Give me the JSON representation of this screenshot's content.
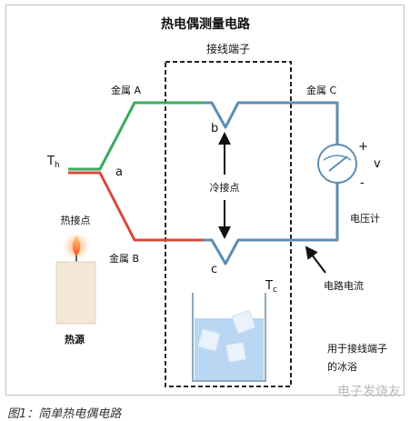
{
  "title": "热电偶测量电路",
  "terminal_box_label": "接线端子",
  "metal_a": "金属 A",
  "metal_b": "金属 B",
  "metal_c": "金属 C",
  "junction_a": "a",
  "junction_b": "b",
  "junction_c": "c",
  "th_main": "T",
  "th_sub": "h",
  "tc_main": "T",
  "tc_sub": "c",
  "hot_junction": "热接点",
  "heat_source": "热源",
  "cold_junction": "冷接点",
  "voltmeter_label": "电压计",
  "plus": "+",
  "minus": "-",
  "v": "v",
  "current_label": "电路电流",
  "ice_bath_line1": "用于接线端子",
  "ice_bath_line2": "的冰浴",
  "caption": "图1：简单热电偶电路",
  "watermark": "电子发烧友",
  "colors": {
    "metal_a": "#3aaa5c",
    "metal_b": "#d9483b",
    "metal_c": "#5b8db3",
    "border": "#222222",
    "water": "#b9d6f2"
  }
}
